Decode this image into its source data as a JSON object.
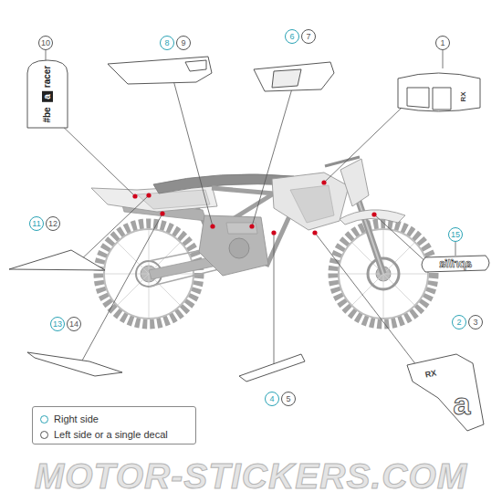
{
  "diagram": {
    "nodes": [
      {
        "text": [
          "10"
        ]
      },
      {
        "text": [
          "8"
        ]
      },
      {
        "text": [
          "9"
        ]
      },
      {
        "text": [
          "6"
        ]
      },
      {
        "text": [
          "7"
        ]
      },
      {
        "text": [
          "1"
        ]
      },
      {
        "text": [
          "11"
        ]
      },
      {
        "text": [
          "12"
        ]
      },
      {
        "text": [
          "15"
        ]
      },
      {
        "text": [
          "13"
        ]
      },
      {
        "text": [
          "14"
        ]
      },
      {
        "text": [
          "2"
        ]
      },
      {
        "text": [
          "3"
        ]
      },
      {
        "text": [
          "4"
        ]
      },
      {
        "text": [
          "5"
        ]
      }
    ],
    "labels": [
      "#be",
      "a",
      "racer",
      "aprilia",
      "RX",
      "RX",
      "a",
      "MOTOR-STICKERS.COM"
    ],
    "legend": [
      {
        "text": "Right side"
      },
      {
        "text": "Left side or a single decal"
      }
    ]
  }
}
